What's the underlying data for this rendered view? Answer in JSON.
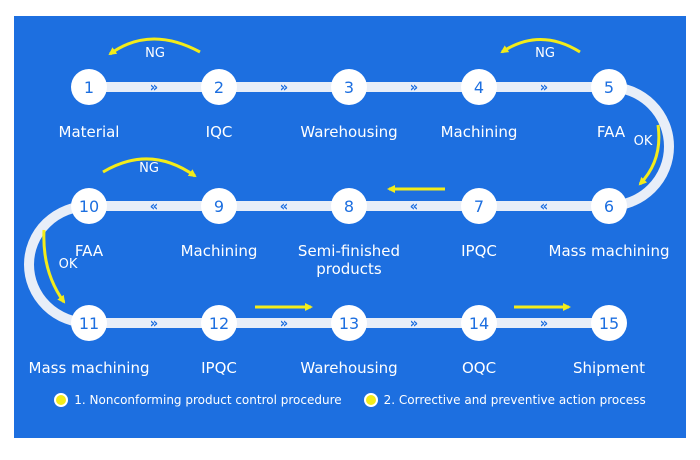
{
  "colors": {
    "background": "#1d6fe0",
    "track": "#e8eef8",
    "node": "#ffffff",
    "accent": "#f3ec1a"
  },
  "nodes": [
    {
      "number": "1",
      "label": [
        "Material"
      ]
    },
    {
      "number": "2",
      "label": [
        "IQC"
      ]
    },
    {
      "number": "3",
      "label": [
        "Warehousing"
      ]
    },
    {
      "number": "4",
      "label": [
        "Machining"
      ]
    },
    {
      "number": "5",
      "label": [
        "FAA"
      ]
    },
    {
      "number": "6",
      "label": [
        "Mass machining"
      ]
    },
    {
      "number": "7",
      "label": [
        "IPQC"
      ]
    },
    {
      "number": "8",
      "label": [
        "Semi-finished",
        "products"
      ]
    },
    {
      "number": "9",
      "label": [
        "Machining"
      ]
    },
    {
      "number": "10",
      "label": [
        "FAA"
      ]
    },
    {
      "number": "11",
      "label": [
        "Mass machining"
      ]
    },
    {
      "number": "12",
      "label": [
        "IPQC"
      ]
    },
    {
      "number": "13",
      "label": [
        "Warehousing"
      ]
    },
    {
      "number": "14",
      "label": [
        "OQC"
      ]
    },
    {
      "number": "15",
      "label": [
        "Shipment"
      ]
    }
  ],
  "connector_glyphs": {
    "forward": "»",
    "backward": "«"
  },
  "flags": {
    "ng": "NG",
    "ok": "OK"
  },
  "legend": [
    {
      "marker": "yellow-dot",
      "text": "1. Nonconforming product control procedure"
    },
    {
      "marker": "yellow-dot",
      "text": "2. Corrective and preventive action process"
    }
  ]
}
